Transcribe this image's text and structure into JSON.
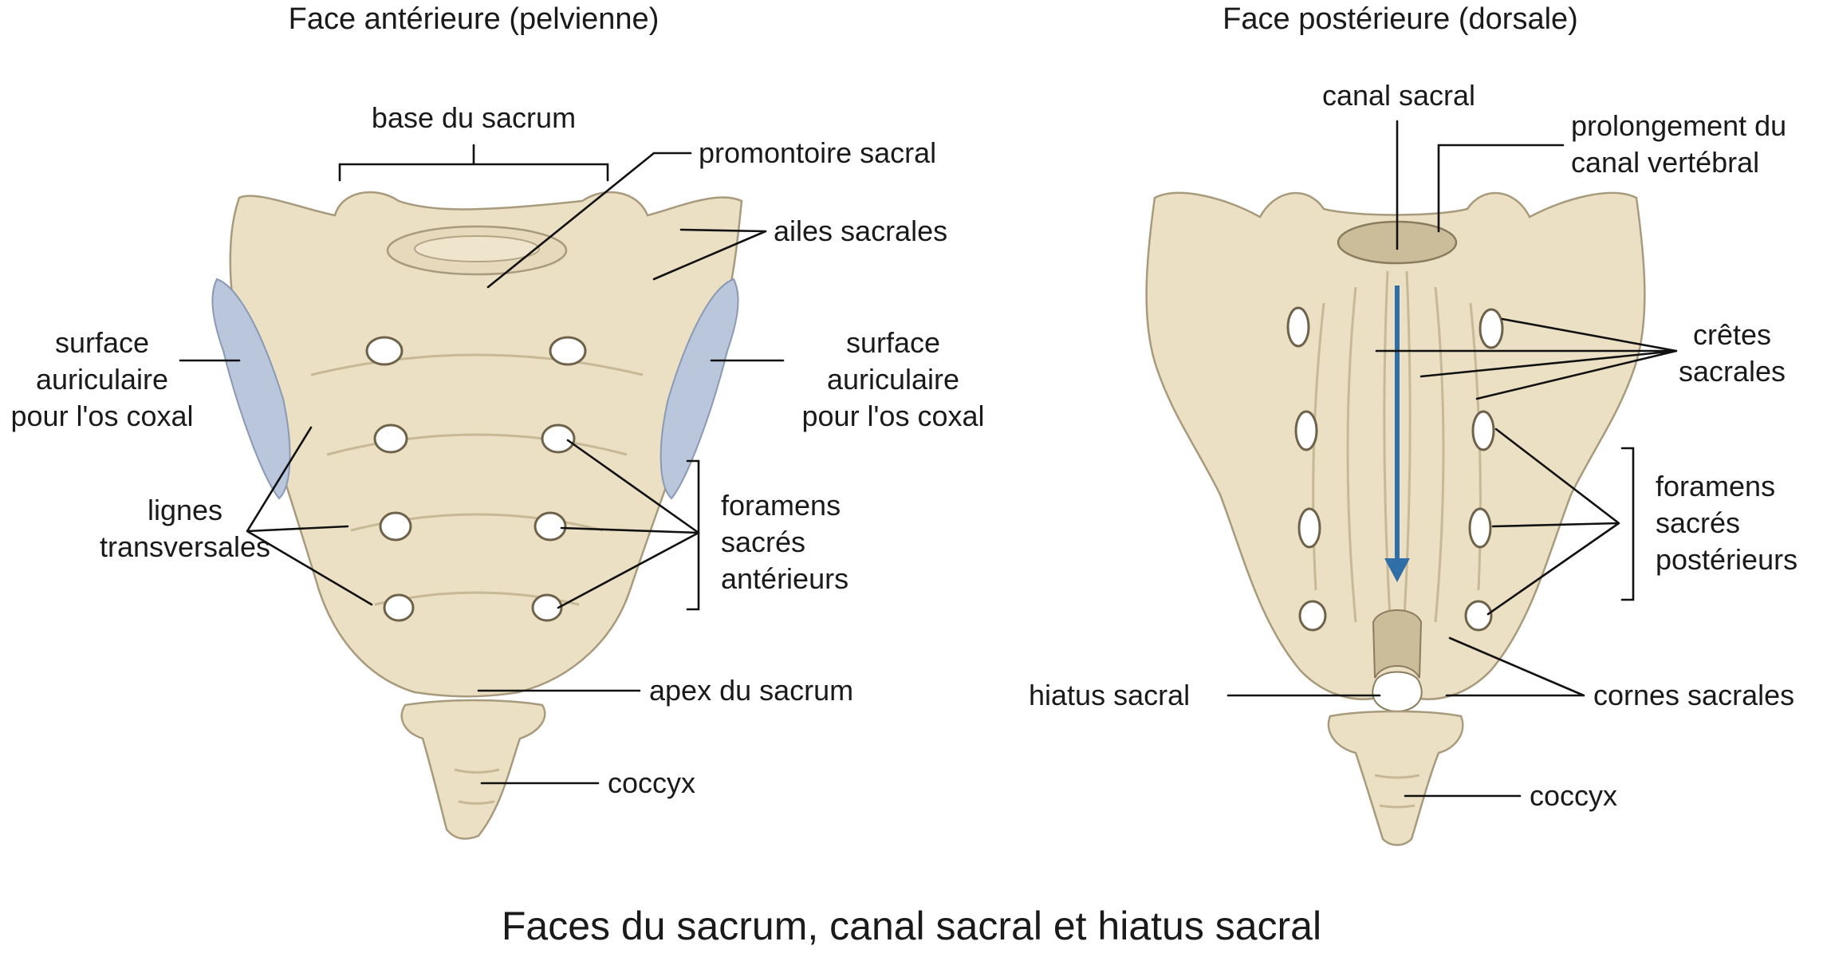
{
  "title": "Faces du sacrum, canal sacral et hiatus sacral",
  "anterior": {
    "heading": "Face antérieure (pelvienne)",
    "labels": {
      "base": "base du sacrum",
      "promontory": "promontoire sacral",
      "wings": "ailes sacrales",
      "auricular_left": [
        "surface",
        "auriculaire",
        "pour l'os coxal"
      ],
      "auricular_right": [
        "surface",
        "auriculaire",
        "pour l'os coxal"
      ],
      "transverse_lines": [
        "lignes",
        "transversales"
      ],
      "foramina": [
        "foramens",
        "sacrés",
        "antérieurs"
      ],
      "apex": "apex du sacrum",
      "coccyx": "coccyx"
    }
  },
  "posterior": {
    "heading": "Face postérieure (dorsale)",
    "labels": {
      "canal": "canal sacral",
      "canal_extension": [
        "prolongement du",
        "canal vertébral"
      ],
      "crests": [
        "crêtes",
        "sacrales"
      ],
      "foramina": [
        "foramens",
        "sacrés",
        "postérieurs"
      ],
      "hiatus": "hiatus sacral",
      "cornua": "cornes sacrales",
      "coccyx": "coccyx"
    }
  },
  "colors": {
    "bone": "#ece0c4",
    "auricular": "#b9c6dc",
    "arrow": "#2f6ea6"
  }
}
